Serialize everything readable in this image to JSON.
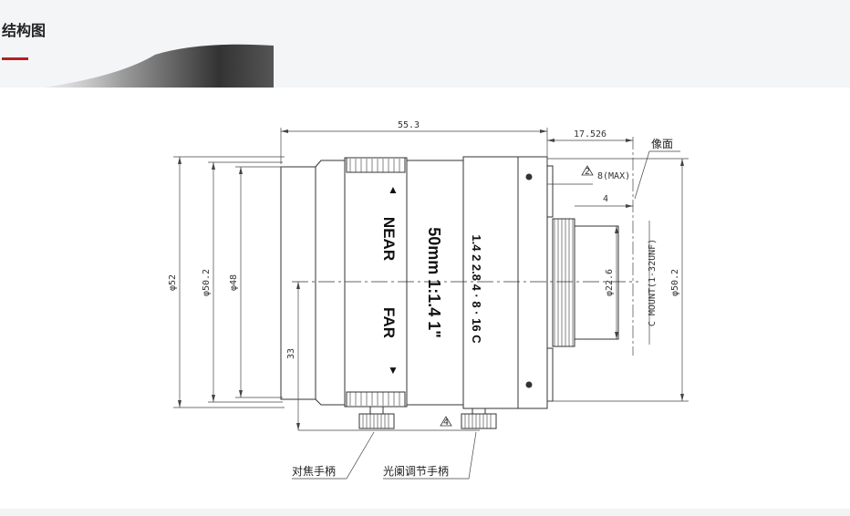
{
  "section": {
    "title": "结构图"
  },
  "drawing": {
    "dims": {
      "length": "55.3",
      "flange": "17.526",
      "image_plane": "像面",
      "max": "8(MAX)",
      "note_2": "2",
      "thread_depth": "4",
      "d52": "φ52",
      "d50_left": "φ50.2",
      "d48": "φ48",
      "d22": "φ22.6",
      "d50_right": "φ50.2",
      "mount": "C MOUNT(1-32UNF)",
      "h33": "33",
      "note_4": "4"
    },
    "lens_text": {
      "near": "NEAR",
      "far": "FAR",
      "model": "50mm 1:1.4 1\"",
      "apertures": "1.4 2 2.8 4 · 8 · 16 C"
    },
    "callouts": {
      "focus": "对焦手柄",
      "iris": "光阑调节手柄"
    }
  }
}
